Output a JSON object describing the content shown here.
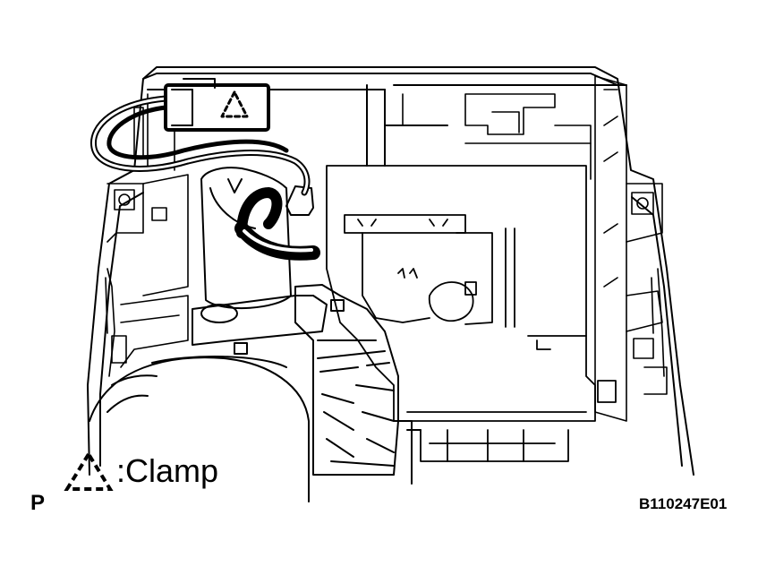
{
  "legend": {
    "icon": "clamp-triangle-icon",
    "label": ":Clamp"
  },
  "view_letter": "P",
  "figure_id": "B110247E01",
  "colors": {
    "line": "#000000",
    "background": "#ffffff"
  }
}
